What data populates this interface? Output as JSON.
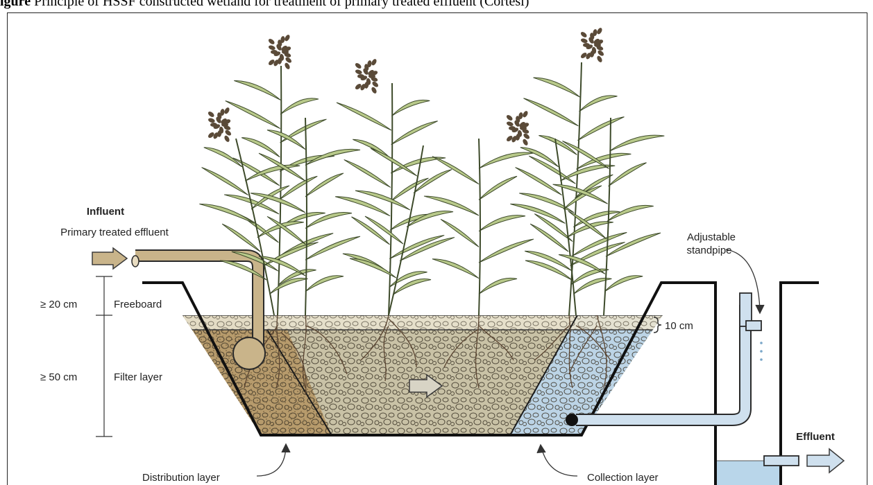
{
  "caption": {
    "prefix": "igure",
    "text": "  Principle of HSSF constructed wetland for treatment of primary treated effluent (Cortesi)"
  },
  "labels": {
    "influent": "Influent",
    "influent_sub": "Primary treated effluent",
    "freeboard_depth": "≥ 20 cm",
    "freeboard": "Freeboard",
    "filter_depth": "≥ 50 cm",
    "filter_layer": "Filter layer",
    "top_layer_depth": "10 cm",
    "standpipe_line1": "Adjustable",
    "standpipe_line2": "standpipe",
    "effluent": "Effluent",
    "distribution_layer": "Distribution layer",
    "collection_layer": "Collection layer"
  },
  "colors": {
    "pipe_tan": "#c9b48a",
    "pipe_blue": "#cfe0ee",
    "distribution_fill": "#b79b6c",
    "filter_fill": "#c9c2a6",
    "collection_fill": "#bcd4e6",
    "top_gravel": "#e9e3cf",
    "reed_leaf": "#b8c98a",
    "reed_head": "#5a4a38",
    "water": "#b9d6ea"
  }
}
